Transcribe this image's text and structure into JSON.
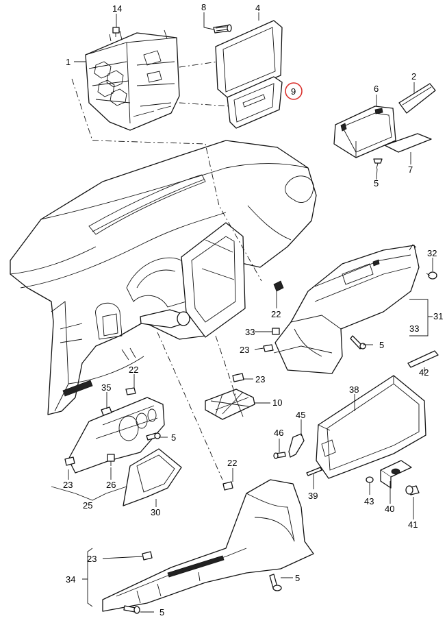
{
  "diagram": {
    "highlight_color": "#d9302c",
    "line_color": "#111111",
    "callouts": {
      "c14": "14",
      "c8": "8",
      "c4": "4",
      "c1": "1",
      "c9": "9",
      "c2": "2",
      "c6": "6",
      "c7": "7",
      "c5a": "5",
      "c32": "32",
      "c22a": "22",
      "c31": "31",
      "c33a": "33",
      "c33b": "33",
      "c23a": "23",
      "c5b": "5",
      "c42": "42",
      "c22b": "22",
      "c35": "35",
      "c23b": "23",
      "c10": "10",
      "c5c": "5",
      "c38": "38",
      "c45": "45",
      "c46": "46",
      "c23c": "23",
      "c26": "26",
      "c25": "25",
      "c22c": "22",
      "c39": "39",
      "c30": "30",
      "c43": "43",
      "c40": "40",
      "c41": "41",
      "c23d": "23",
      "c34": "34",
      "c5d": "5",
      "c5e": "5"
    }
  }
}
